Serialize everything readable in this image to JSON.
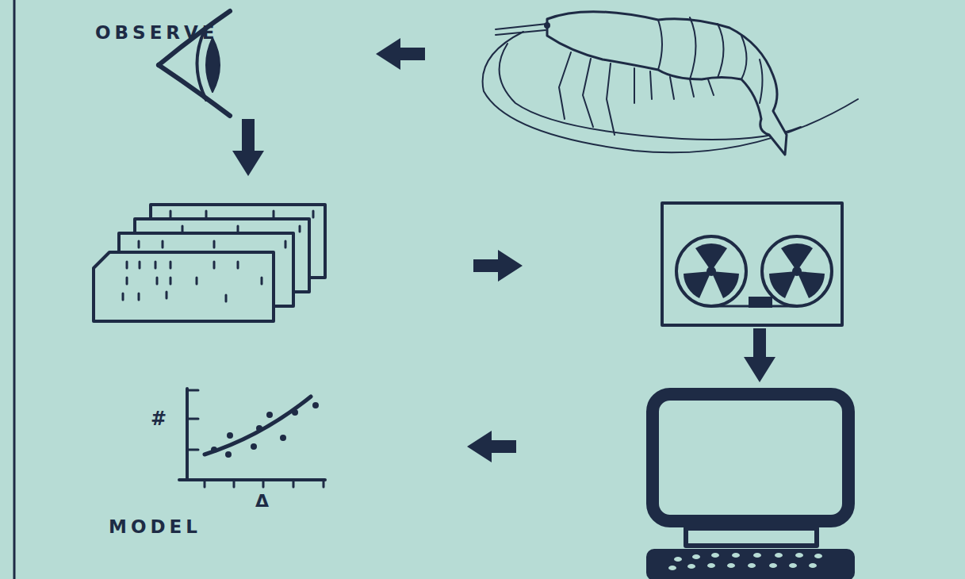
{
  "diagram": {
    "labels": [
      "OBSERVE",
      "#",
      "Δ",
      "MODEL"
    ]
  }
}
